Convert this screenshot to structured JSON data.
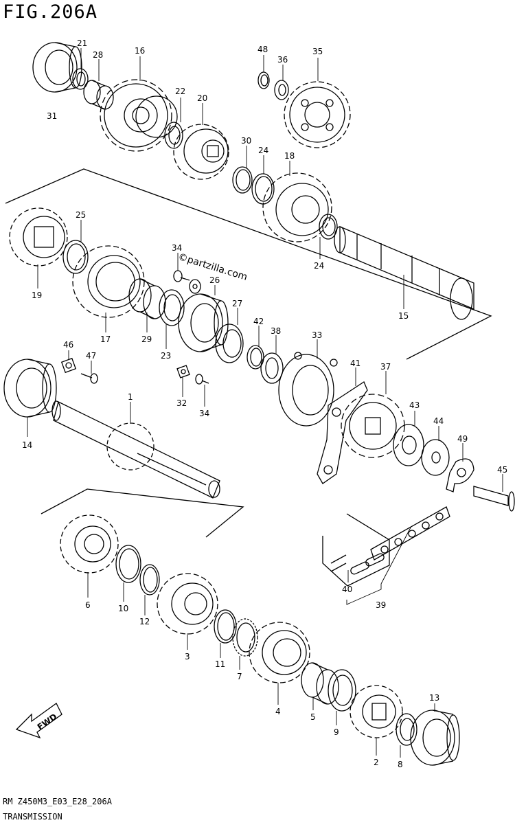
{
  "figure": {
    "title": "FIG.206A",
    "code": "RM Z450M3_E03_E28_206A",
    "subtitle": "TRANSMISSION",
    "watermark": "©partzilla.com",
    "fwd_label": "FWD"
  },
  "callouts": [
    "21",
    "28",
    "16",
    "22",
    "20",
    "31",
    "48",
    "36",
    "35",
    "30",
    "24",
    "18",
    "25",
    "34",
    "26",
    "19",
    "24",
    "15",
    "17",
    "29",
    "23",
    "27",
    "42",
    "38",
    "33",
    "46",
    "47",
    "1",
    "41",
    "37",
    "32",
    "34",
    "43",
    "44",
    "14",
    "49",
    "45",
    "40",
    "39",
    "6",
    "10",
    "12",
    "3",
    "11",
    "7",
    "4",
    "5",
    "9",
    "13",
    "2",
    "8"
  ]
}
